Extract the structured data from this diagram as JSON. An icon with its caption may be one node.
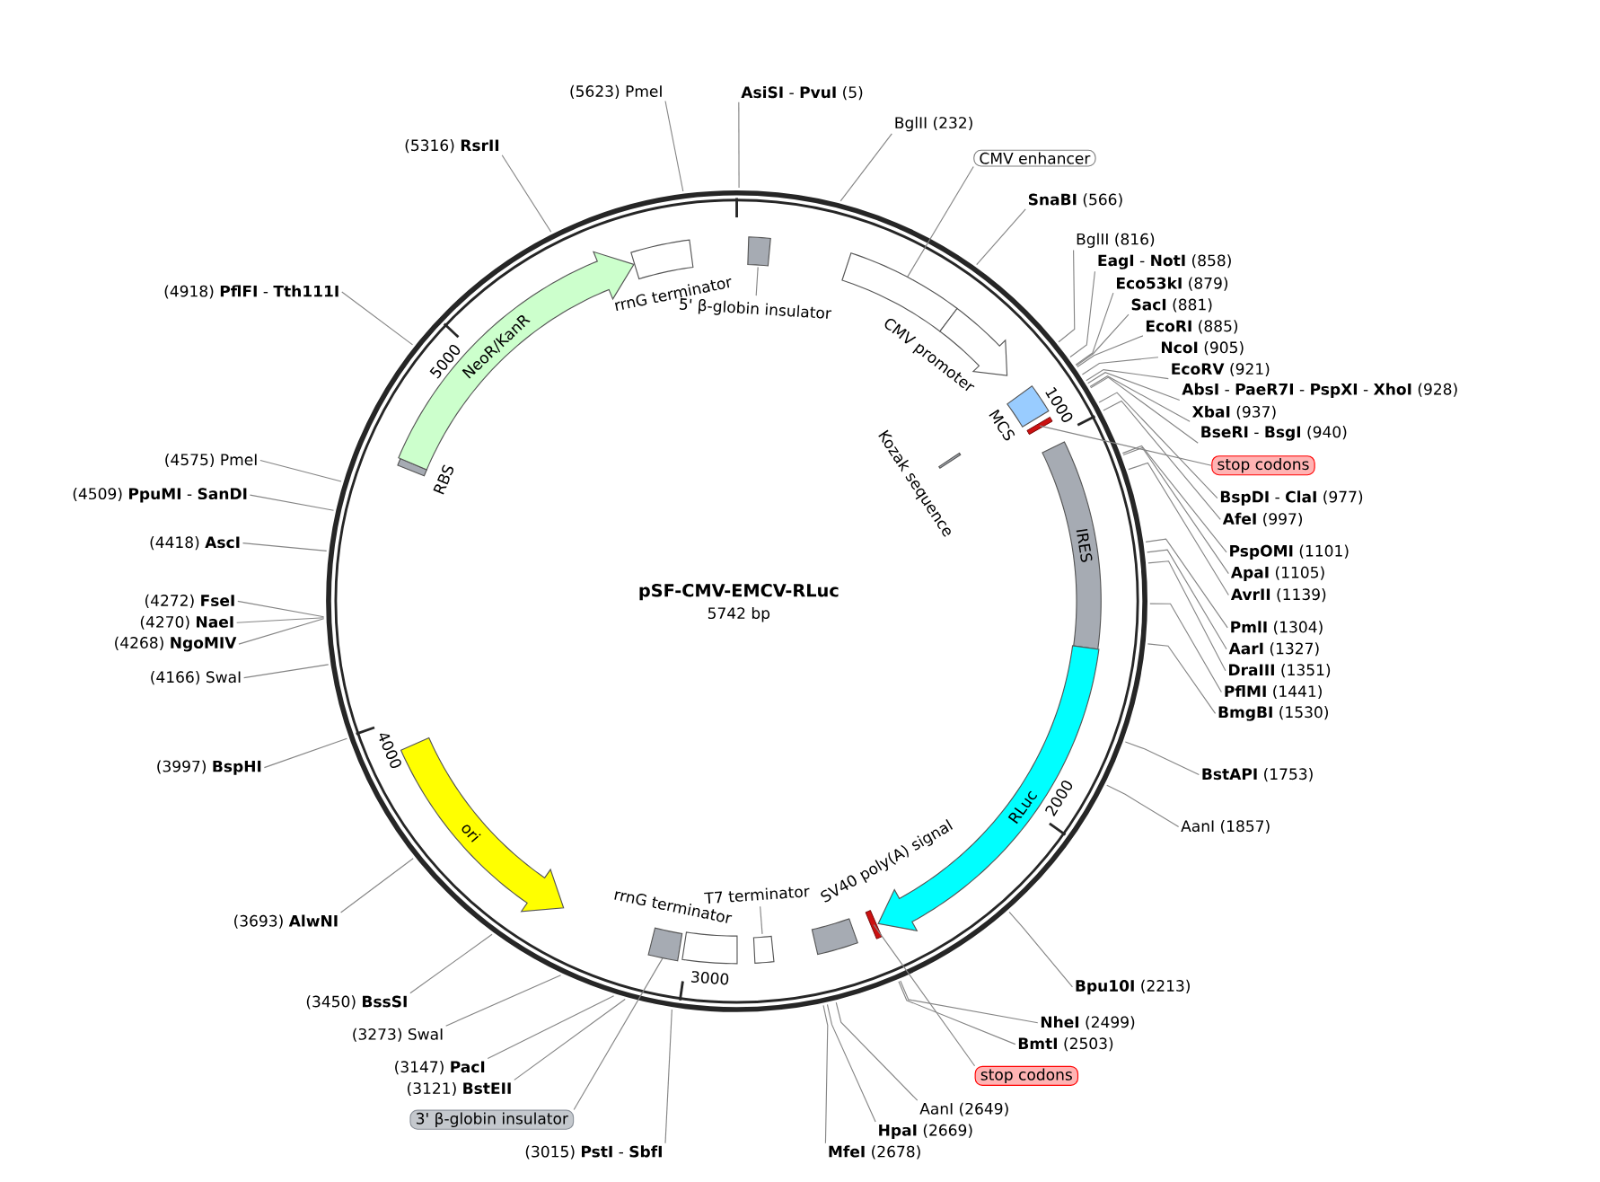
{
  "diagram": {
    "title": "pSF-CMV-EMCV-RLuc",
    "nodes": [
      {
        "text": [
          "**AsiSI** - **PvuI** (5)"
        ]
      },
      {
        "text": [
          "BglII (232)"
        ]
      },
      {
        "text": [
          "CMV enhancer"
        ]
      },
      {
        "text": [
          "**SnaBI** (566)"
        ]
      },
      {
        "text": [
          "BglII (816)"
        ]
      },
      {
        "text": [
          "**EagI** - **NotI** (858)"
        ]
      },
      {
        "text": [
          "**Eco53kI** (879)"
        ]
      },
      {
        "text": [
          "**SacI** (881)"
        ]
      },
      {
        "text": [
          "**EcoRI** (885)"
        ]
      },
      {
        "text": [
          "**NcoI** (905)"
        ]
      },
      {
        "text": [
          "**EcoRV** (921)"
        ]
      },
      {
        "text": [
          "**AbsI** - **PaeR7I** - **PspXI** - **XhoI** (928)"
        ]
      },
      {
        "text": [
          "**XbaI** (937)"
        ]
      },
      {
        "text": [
          "**BseRI** - **BsgI** (940)"
        ]
      },
      {
        "text": [
          "stop codons"
        ]
      },
      {
        "text": [
          "**BspDI** - **ClaI** (977)"
        ]
      },
      {
        "text": [
          "**AfeI** (997)"
        ]
      },
      {
        "text": [
          "**PspOMI** (1101)"
        ]
      },
      {
        "text": [
          "**ApaI** (1105)"
        ]
      },
      {
        "text": [
          "**AvrII** (1139)"
        ]
      },
      {
        "text": [
          "**PmlI** (1304)"
        ]
      },
      {
        "text": [
          "**AarI** (1327)"
        ]
      },
      {
        "text": [
          "**DraIII** (1351)"
        ]
      },
      {
        "text": [
          "**PflMI** (1441)"
        ]
      },
      {
        "text": [
          "**BmgBI** (1530)"
        ]
      },
      {
        "text": [
          "**BstAPI** (1753)"
        ]
      },
      {
        "text": [
          "AanI (1857)"
        ]
      },
      {
        "text": [
          "**Bpu10I** (2213)"
        ]
      },
      {
        "text": [
          "**NheI** (2499)"
        ]
      },
      {
        "text": [
          "**BmtI** (2503)"
        ]
      },
      {
        "text": [
          "stop codons"
        ]
      },
      {
        "text": [
          "AanI (2649)"
        ]
      },
      {
        "text": [
          "**HpaI** (2669)"
        ]
      },
      {
        "text": [
          "**MfeI** (2678)"
        ]
      },
      {
        "text": [
          "(3015) **PstI** - **SbfI**"
        ]
      },
      {
        "text": [
          "3' β-globin insulator"
        ]
      },
      {
        "text": [
          "(3121) **BstEII**"
        ]
      },
      {
        "text": [
          "(3147) **PacI**"
        ]
      },
      {
        "text": [
          "(3273) SwaI"
        ]
      },
      {
        "text": [
          "(3450) **BssSI**"
        ]
      },
      {
        "text": [
          "(3693) **AlwNI**"
        ]
      },
      {
        "text": [
          "(3997) **BspHI**"
        ]
      },
      {
        "text": [
          "(4166) SwaI"
        ]
      },
      {
        "text": [
          "(4268) **NgoMIV**"
        ]
      },
      {
        "text": [
          "(4270) **NaeI**"
        ]
      },
      {
        "text": [
          "(4272) **FseI**"
        ]
      },
      {
        "text": [
          "(4418) **AscI**"
        ]
      },
      {
        "text": [
          "(4509) **PpuMI** - **SanDI**"
        ]
      },
      {
        "text": [
          "(4575) PmeI"
        ]
      },
      {
        "text": [
          "(4918) **PflFI** - **Tth111I**"
        ]
      },
      {
        "text": [
          "(5316) **RsrII**"
        ]
      },
      {
        "text": [
          "(5623) PmeI"
        ]
      },
      {
        "text": [
          "5' β-globin insulator"
        ]
      },
      {
        "text": [],
        "shape": "box"
      },
      {
        "text": [
          "CMV promoter"
        ]
      },
      {
        "text": [
          "MCS"
        ]
      },
      {
        "text": [],
        "shape": "bar"
      },
      {
        "text": [
          "Kozak sequence"
        ]
      },
      {
        "text": [
          "IRES"
        ]
      },
      {
        "text": [
          "RLuc"
        ]
      },
      {
        "text": [],
        "shape": "bar"
      },
      {
        "text": [
          "SV40 poly(A) signal"
        ]
      },
      {
        "text": [
          "T7 terminator"
        ]
      },
      {
        "text": [
          "rrnG terminator"
        ]
      },
      {
        "text": [],
        "shape": "box"
      },
      {
        "text": [
          "ori"
        ]
      },
      {
        "text": [
          "RBS"
        ]
      },
      {
        "text": [
          "NeoR/KanR"
        ]
      },
      {
        "text": [
          "rrnG terminator"
        ]
      }
    ],
    "edges": [
      {
        "from": 0,
        "to": null,
        "arrow": "none"
      },
      {
        "from": 1,
        "to": null,
        "arrow": "none"
      },
      {
        "from": 2,
        "to": 53,
        "arrow": "none"
      },
      {
        "from": 3,
        "to": null,
        "arrow": "none"
      },
      {
        "from": 4,
        "to": null,
        "arrow": "none"
      },
      {
        "from": 5,
        "to": null,
        "arrow": "none"
      },
      {
        "from": 6,
        "to": null,
        "arrow": "none"
      },
      {
        "from": 7,
        "to": null,
        "arrow": "none"
      },
      {
        "from": 8,
        "to": null,
        "arrow": "none"
      },
      {
        "from": 9,
        "to": null,
        "arrow": "none"
      },
      {
        "from": 10,
        "to": null,
        "arrow": "none"
      },
      {
        "from": 11,
        "to": null,
        "arrow": "none"
      },
      {
        "from": 12,
        "to": null,
        "arrow": "none"
      },
      {
        "from": 13,
        "to": null,
        "arrow": "none"
      },
      {
        "from": 14,
        "to": 56,
        "arrow": "none"
      },
      {
        "from": 15,
        "to": null,
        "arrow": "none"
      },
      {
        "from": 16,
        "to": null,
        "arrow": "none"
      },
      {
        "from": 17,
        "to": null,
        "arrow": "none"
      },
      {
        "from": 18,
        "to": null,
        "arrow": "none"
      },
      {
        "from": 19,
        "to": null,
        "arrow": "none"
      },
      {
        "from": 20,
        "to": null,
        "arrow": "none"
      },
      {
        "from": 21,
        "to": null,
        "arrow": "none"
      },
      {
        "from": 22,
        "to": null,
        "arrow": "none"
      },
      {
        "from": 23,
        "to": null,
        "arrow": "none"
      },
      {
        "from": 24,
        "to": null,
        "arrow": "none"
      },
      {
        "from": 25,
        "to": null,
        "arrow": "none"
      },
      {
        "from": 26,
        "to": null,
        "arrow": "none"
      },
      {
        "from": 27,
        "to": null,
        "arrow": "none"
      },
      {
        "from": 28,
        "to": null,
        "arrow": "none"
      },
      {
        "from": 29,
        "to": null,
        "arrow": "none"
      },
      {
        "from": 30,
        "to": 60,
        "arrow": "none"
      },
      {
        "from": 31,
        "to": null,
        "arrow": "none"
      },
      {
        "from": 32,
        "to": null,
        "arrow": "none"
      },
      {
        "from": 33,
        "to": null,
        "arrow": "none"
      },
      {
        "from": 34,
        "to": null,
        "arrow": "none"
      },
      {
        "from": 35,
        "to": 64,
        "arrow": "none"
      },
      {
        "from": 36,
        "to": null,
        "arrow": "none"
      },
      {
        "from": 37,
        "to": null,
        "arrow": "none"
      },
      {
        "from": 38,
        "to": null,
        "arrow": "none"
      },
      {
        "from": 39,
        "to": null,
        "arrow": "none"
      },
      {
        "from": 40,
        "to": null,
        "arrow": "none"
      },
      {
        "from": 41,
        "to": null,
        "arrow": "none"
      },
      {
        "from": 42,
        "to": null,
        "arrow": "none"
      },
      {
        "from": 43,
        "to": null,
        "arrow": "none"
      },
      {
        "from": 44,
        "to": null,
        "arrow": "none"
      },
      {
        "from": 45,
        "to": null,
        "arrow": "none"
      },
      {
        "from": 46,
        "to": null,
        "arrow": "none"
      },
      {
        "from": 47,
        "to": null,
        "arrow": "none"
      },
      {
        "from": 48,
        "to": null,
        "arrow": "none"
      },
      {
        "from": 49,
        "to": null,
        "arrow": "none"
      },
      {
        "from": 50,
        "to": null,
        "arrow": "none"
      },
      {
        "from": 51,
        "to": null,
        "arrow": "none"
      }
    ],
    "labels": [
      "5000",
      "1000",
      "5742 bp",
      "4000",
      "2000",
      "3000"
    ]
  }
}
